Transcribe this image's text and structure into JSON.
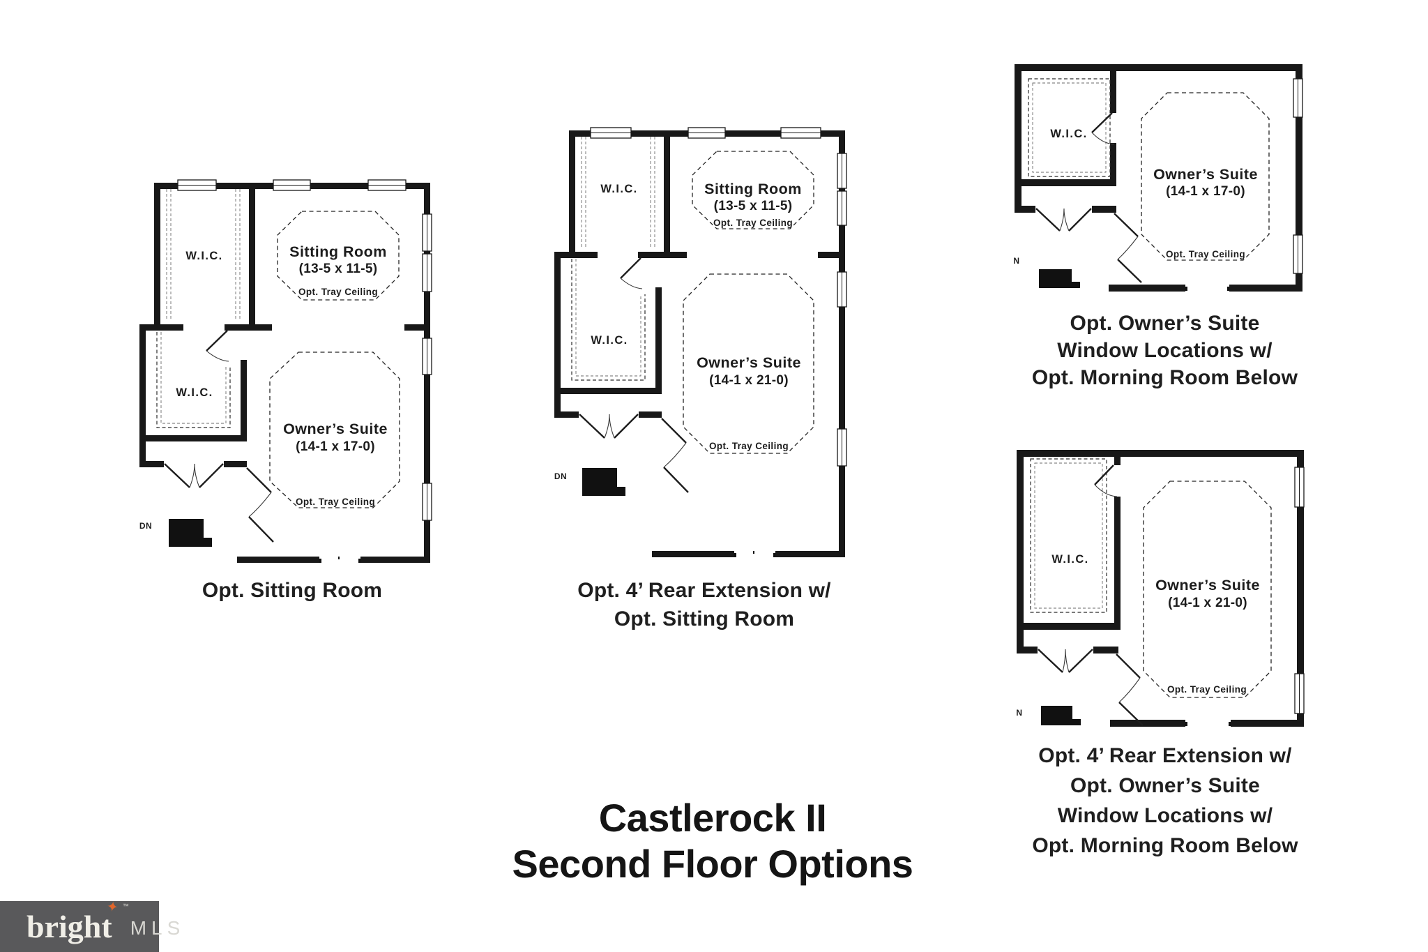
{
  "page": {
    "background": "#ffffff",
    "ink": "#1a1a1a"
  },
  "title": {
    "lines": [
      "Castlerock II",
      "Second Floor Options"
    ]
  },
  "captions": {
    "plan1": [
      "Opt. Sitting Room"
    ],
    "plan2": [
      "Opt. 4’ Rear Extension w/",
      "Opt. Sitting Room"
    ],
    "plan3": [
      "Opt. Owner’s Suite",
      "Window Locations w/",
      "Opt. Morning Room Below"
    ],
    "plan4": [
      "Opt. 4’ Rear Extension w/",
      "Opt. Owner’s Suite",
      "Window Locations w/",
      "Opt. Morning Room Below"
    ]
  },
  "rooms": {
    "wic": "W.I.C.",
    "tray_note": "Opt. Tray Ceiling",
    "sitting": {
      "name": "Sitting Room",
      "dims": "(13-5 x 11-5)"
    },
    "owners_17": {
      "name": "Owner’s Suite",
      "dims": "(14-1 x 17-0)"
    },
    "owners_21": {
      "name": "Owner’s Suite",
      "dims": "(14-1 x 21-0)"
    }
  },
  "stairs": {
    "plan12": "DN",
    "plan34": "N"
  },
  "logo": {
    "brand": "bright",
    "tm": "™",
    "suffix": "MLS",
    "colors": {
      "background": "#59595B",
      "brand_text": "#F0EEE7",
      "star": "#E2662C",
      "suffix_text": "#D9D8D3"
    }
  }
}
